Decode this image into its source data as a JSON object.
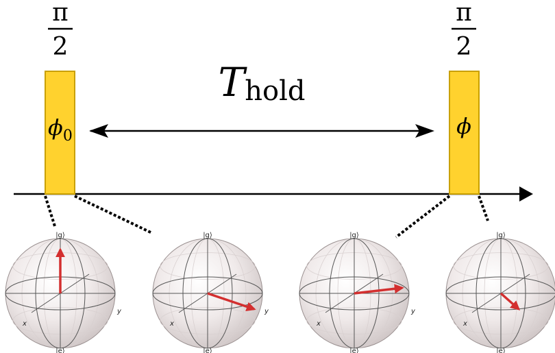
{
  "pulses": {
    "first": {
      "fraction_num": "π",
      "fraction_den": "2",
      "phase_symbol": "ϕ",
      "phase_subscript": "0"
    },
    "second": {
      "fraction_num": "π",
      "fraction_den": "2",
      "phase_symbol": "ϕ"
    }
  },
  "hold": {
    "symbol": "T",
    "subscript": "hold"
  },
  "bloch_spheres": [
    {
      "top_label": "|g⟩",
      "bottom_label": "|e⟩",
      "x_label": "x",
      "y_label": "y",
      "vector": "up"
    },
    {
      "top_label": "|g⟩",
      "bottom_label": "|e⟩",
      "x_label": "x",
      "y_label": "y",
      "vector": "equator-toward-y"
    },
    {
      "top_label": "|g⟩",
      "bottom_label": "|e⟩",
      "x_label": "x",
      "y_label": "y",
      "vector": "equator-rotated"
    },
    {
      "top_label": "|g⟩",
      "bottom_label": "|e⟩",
      "x_label": "x",
      "y_label": "y",
      "vector": "down-right"
    }
  ],
  "colors": {
    "pulse_fill": "#FFD22E",
    "pulse_stroke": "#C9A000",
    "vector": "#D32F2F",
    "axis": "#000000"
  }
}
